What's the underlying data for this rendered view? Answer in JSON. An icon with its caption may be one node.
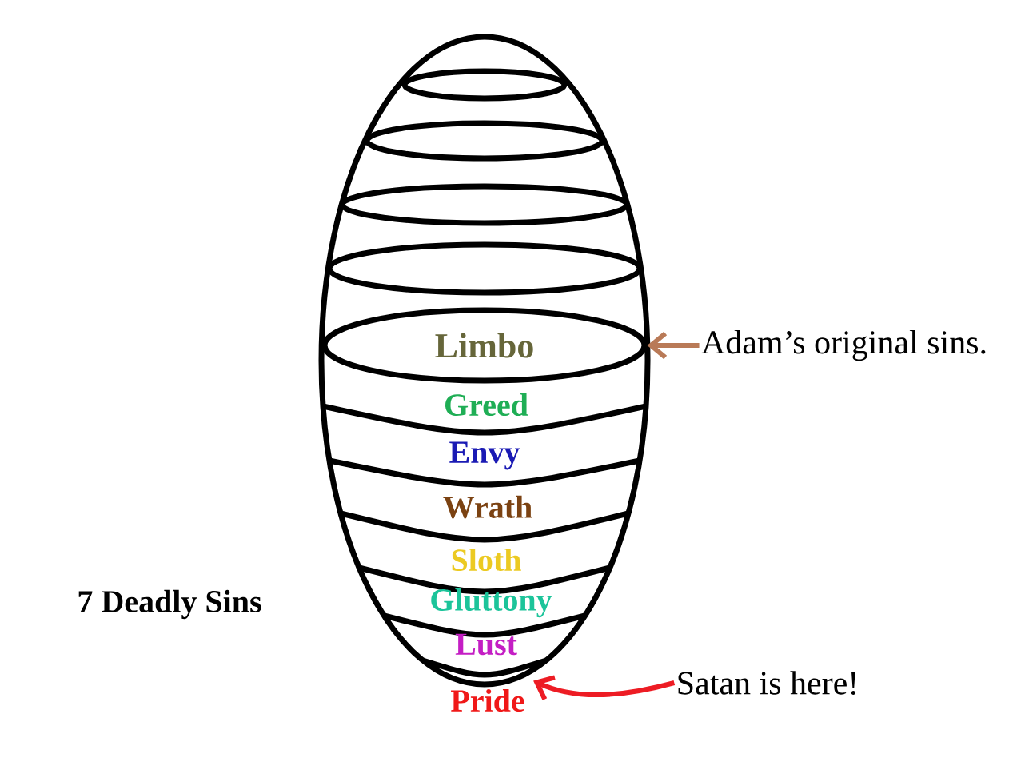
{
  "diagram": {
    "nodes": [
      {
        "text": [],
        "shape": "ellipse"
      },
      {
        "text": [],
        "shape": "ellipse",
        "in": 0
      },
      {
        "text": [],
        "shape": "ellipse",
        "in": 0
      },
      {
        "text": [],
        "shape": "ellipse",
        "in": 0
      },
      {
        "text": [],
        "shape": "ellipse",
        "in": 0
      },
      {
        "text": [
          "Limbo"
        ],
        "in": 0
      },
      {
        "text": [
          "Adam’s original sins."
        ]
      },
      {
        "text": [
          "Greed"
        ],
        "in": 0
      },
      {
        "text": [
          "Envy"
        ],
        "in": 0
      },
      {
        "text": [
          "Wrath"
        ],
        "in": 0
      },
      {
        "text": [
          "Sloth"
        ],
        "in": 0
      },
      {
        "text": [
          "Gluttony"
        ],
        "in": 0
      },
      {
        "text": [
          "Lust"
        ],
        "in": 0
      },
      {
        "text": [
          "Pride"
        ]
      },
      {
        "text": [
          "Satan is here!"
        ]
      }
    ],
    "edges": [
      {
        "from": 6,
        "to": 5,
        "arrow": "to",
        "color": "#b97a57"
      },
      {
        "from": 14,
        "to": 13,
        "arrow": "to",
        "color": "#ed1c24"
      }
    ],
    "labels": [
      "7 Deadly Sins"
    ]
  }
}
